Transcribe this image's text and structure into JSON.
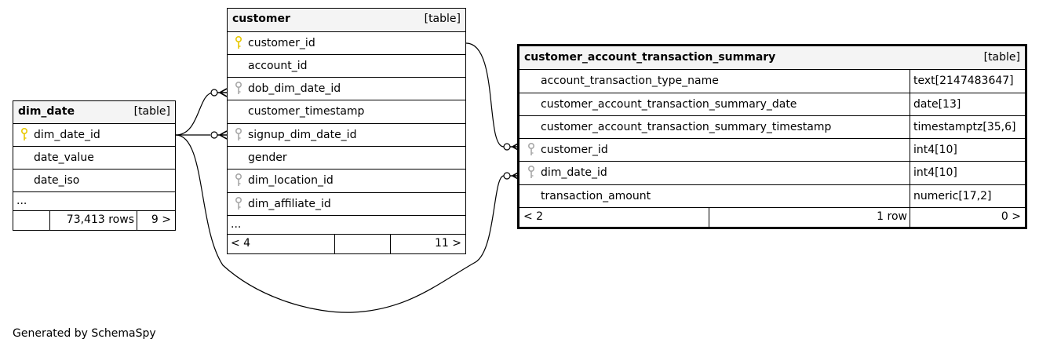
{
  "colors": {
    "primary_key": "#e8c800",
    "foreign_key": "#a8a8a8",
    "header_bg": "#f4f4f4"
  },
  "dim_date": {
    "name": "dim_date",
    "tag": "[table]",
    "columns": [
      "dim_date_id",
      "date_value",
      "date_iso"
    ],
    "ellipsis": "...",
    "rows": "73,413 rows",
    "children": "9 >"
  },
  "customer": {
    "name": "customer",
    "tag": "[table]",
    "columns": [
      "customer_id",
      "account_id",
      "dob_dim_date_id",
      "customer_timestamp",
      "signup_dim_date_id",
      "gender",
      "dim_location_id",
      "dim_affiliate_id"
    ],
    "ellipsis": "...",
    "parents": "< 4",
    "children": "11 >"
  },
  "summary": {
    "name": "customer_account_transaction_summary",
    "tag": "[table]",
    "columns": [
      {
        "name": "account_transaction_type_name",
        "type": "text[2147483647]"
      },
      {
        "name": "customer_account_transaction_summary_date",
        "type": "date[13]"
      },
      {
        "name": "customer_account_transaction_summary_timestamp",
        "type": "timestamptz[35,6]"
      },
      {
        "name": "customer_id",
        "type": "int4[10]"
      },
      {
        "name": "dim_date_id",
        "type": "int4[10]"
      },
      {
        "name": "transaction_amount",
        "type": "numeric[17,2]"
      }
    ],
    "parents": "< 2",
    "rows": "1 row",
    "children": "0 >"
  },
  "footer": "Generated by SchemaSpy"
}
